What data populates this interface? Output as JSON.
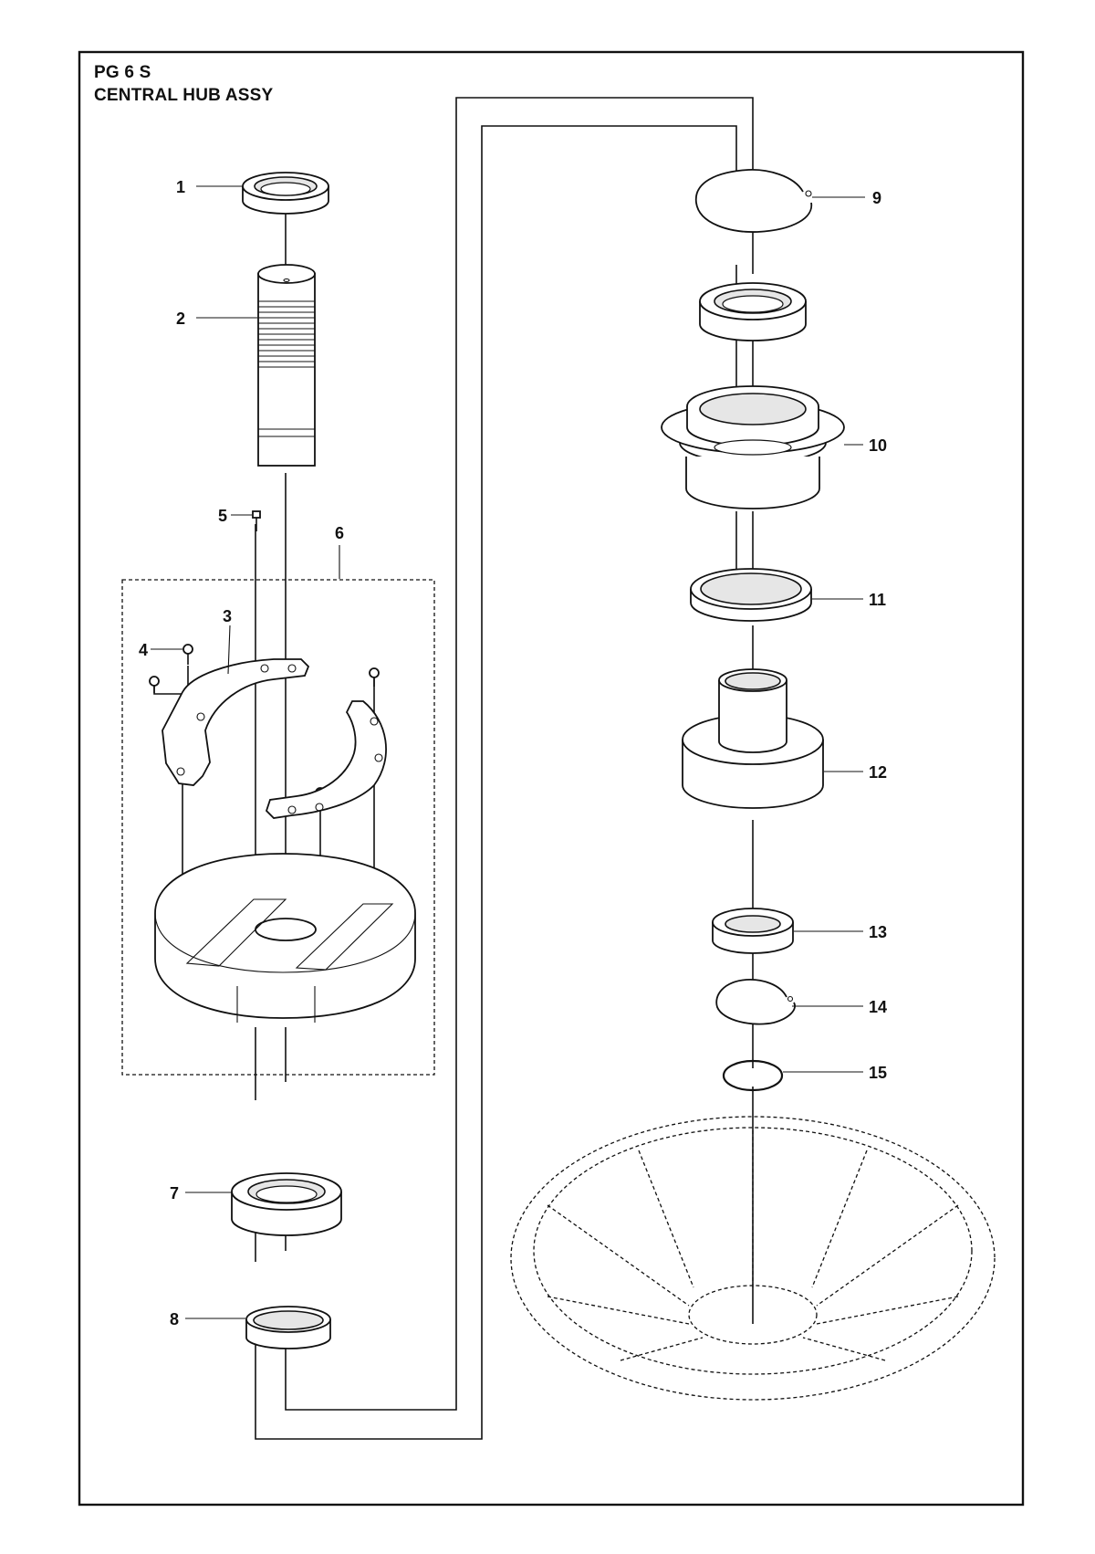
{
  "header": {
    "model": "PG 6 S",
    "assembly": "CENTRAL HUB ASSY"
  },
  "callouts": [
    "1",
    "2",
    "3",
    "4",
    "5",
    "6",
    "7",
    "8",
    "9",
    "10",
    "11",
    "12",
    "13",
    "14",
    "15"
  ]
}
